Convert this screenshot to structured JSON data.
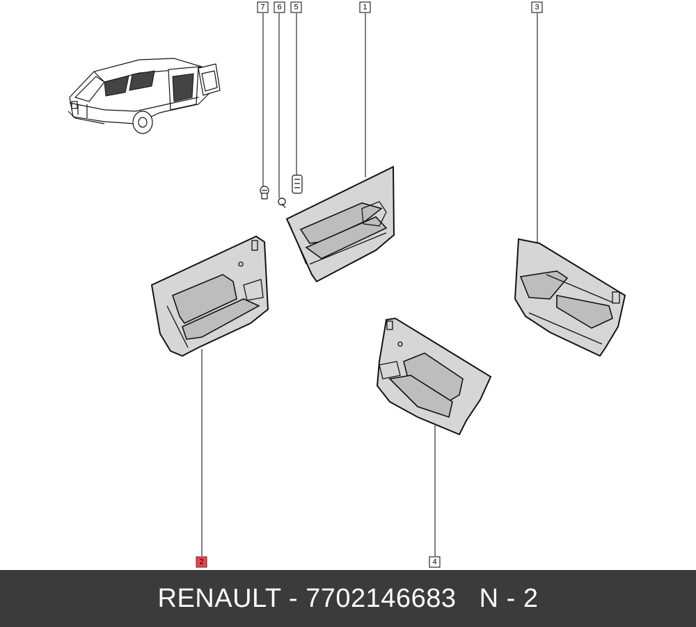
{
  "callouts": {
    "c1": "1",
    "c2": "2",
    "c3": "3",
    "c4": "4",
    "c5": "5",
    "c6": "6",
    "c7": "7"
  },
  "highlighted_callout": "2",
  "colors": {
    "footer_background": "#3b3b3b",
    "footer_text": "#ffffff",
    "highlight": "#e8474f"
  },
  "footer": {
    "caption": "RENAULT - 7702146683   N - 2"
  }
}
